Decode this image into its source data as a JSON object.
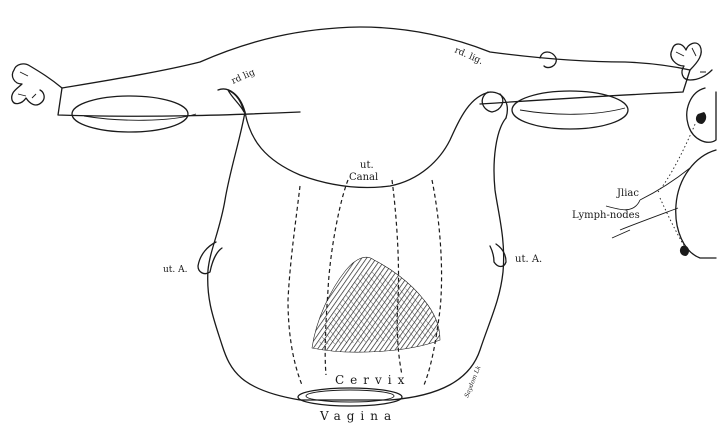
{
  "figure": {
    "labels": {
      "rd_lig_left": "rd lig",
      "rd_lig_right": "rd. lig.",
      "ut_canal_1": "ut.",
      "ut_canal_2": "Canal",
      "ut_a_left": "ut. A.",
      "ut_a_right": "ut. A.",
      "iliac": "Jliac",
      "lymph_nodes": "Lymph-nodes",
      "cervix": "Cervix",
      "vagina": "Vagina",
      "signature": "Saydom Lk"
    }
  }
}
